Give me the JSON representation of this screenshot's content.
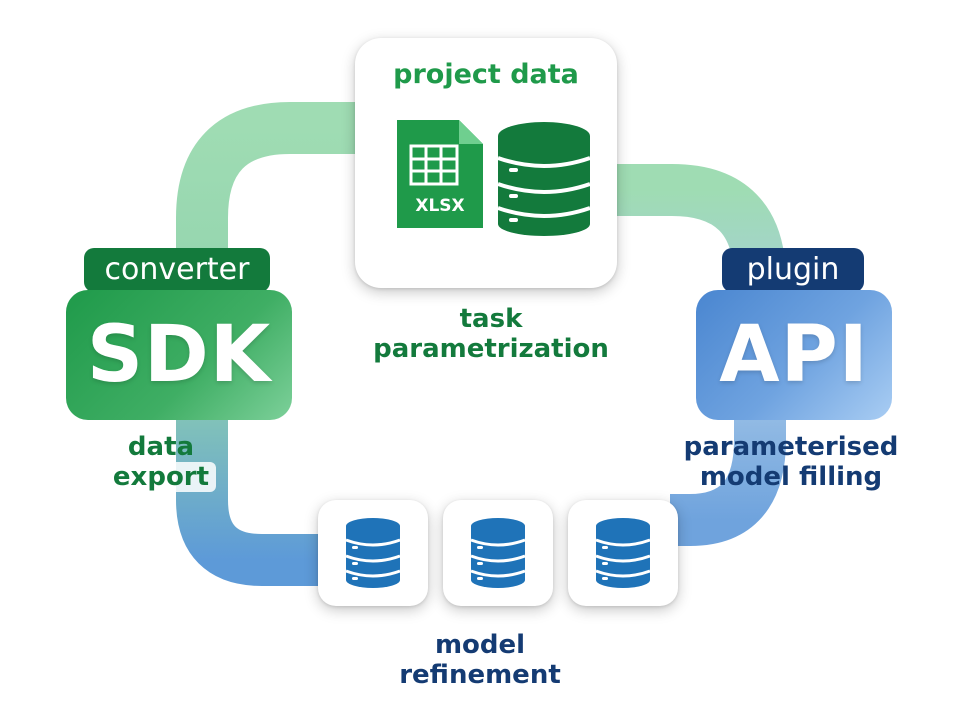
{
  "top_card": {
    "title": "project data",
    "file_icon_label": "XLSX"
  },
  "task_label": {
    "line1": "task",
    "line2": "parametrization"
  },
  "sdk": {
    "tag": "converter",
    "title": "SDK"
  },
  "api": {
    "tag": "plugin",
    "title": "API"
  },
  "data_export": {
    "line1": "data",
    "line2": "export"
  },
  "model_filling": {
    "line1": "parameterised",
    "line2": "model filling"
  },
  "model_refinement": {
    "line1": "model",
    "line2": "refinement"
  },
  "colors": {
    "green": "#1f9a4a",
    "dark_green": "#137a3c",
    "navy": "#143b73",
    "blue_db": "#1f73b8"
  }
}
